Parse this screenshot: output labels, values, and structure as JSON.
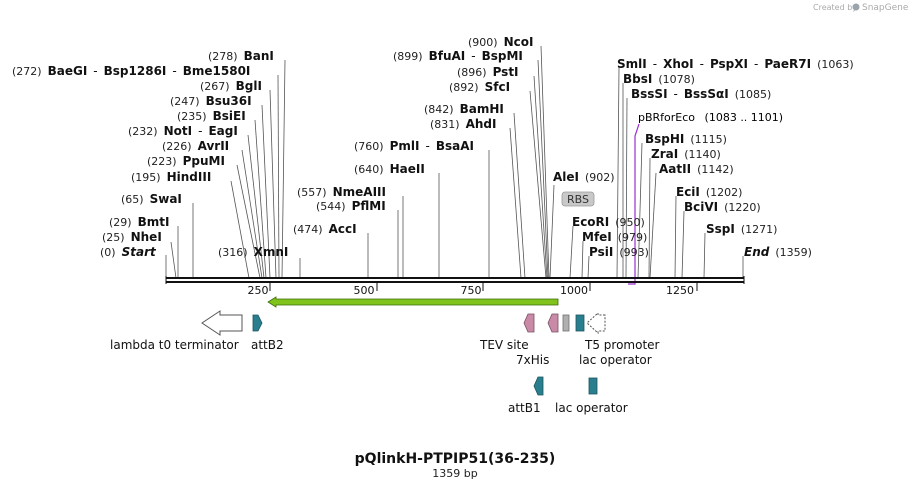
{
  "credit": {
    "created_by": "Created by",
    "brand": "SnapGene"
  },
  "title": "pQlinkH-PTPIP51(36-235)",
  "subtitle": "1359 bp",
  "sequence_length": 1359,
  "axis_ticks": [
    "250",
    "500",
    "750",
    "1000",
    "1250"
  ],
  "sites": [
    {
      "id": "start",
      "text": [
        {
          "t": "(0)",
          "k": "pos"
        },
        {
          "t": "Start",
          "k": "it"
        }
      ]
    },
    {
      "id": "nhei",
      "text": [
        {
          "t": "(25)",
          "k": "pos"
        },
        {
          "t": "NheI",
          "k": "nm"
        }
      ]
    },
    {
      "id": "bmti",
      "text": [
        {
          "t": "(29)",
          "k": "pos"
        },
        {
          "t": "BmtI",
          "k": "nm"
        }
      ]
    },
    {
      "id": "swai",
      "text": [
        {
          "t": "(65)",
          "k": "pos"
        },
        {
          "t": "SwaI",
          "k": "nm"
        }
      ]
    },
    {
      "id": "hindiii",
      "text": [
        {
          "t": "(195)",
          "k": "pos"
        },
        {
          "t": "HindIII",
          "k": "nm"
        }
      ]
    },
    {
      "id": "ppumi",
      "text": [
        {
          "t": "(223)",
          "k": "pos"
        },
        {
          "t": "PpuMI",
          "k": "nm"
        }
      ]
    },
    {
      "id": "avrii",
      "text": [
        {
          "t": "(226)",
          "k": "pos"
        },
        {
          "t": "AvrII",
          "k": "nm"
        }
      ]
    },
    {
      "id": "noti",
      "text": [
        {
          "t": "(232)",
          "k": "pos"
        },
        {
          "t": "NotI",
          "k": "nm"
        },
        {
          "t": "-",
          "k": "sep"
        },
        {
          "t": "EagI",
          "k": "nm"
        }
      ]
    },
    {
      "id": "bsiei",
      "text": [
        {
          "t": "(235)",
          "k": "pos"
        },
        {
          "t": "BsiEI",
          "k": "nm"
        }
      ]
    },
    {
      "id": "bsu36i",
      "text": [
        {
          "t": "(247)",
          "k": "pos"
        },
        {
          "t": "Bsu36I",
          "k": "nm"
        }
      ]
    },
    {
      "id": "bgli",
      "text": [
        {
          "t": "(267)",
          "k": "pos"
        },
        {
          "t": "BglI",
          "k": "nm"
        }
      ]
    },
    {
      "id": "baegi",
      "text": [
        {
          "t": "(272)",
          "k": "pos"
        },
        {
          "t": "BaeGI",
          "k": "nm"
        },
        {
          "t": "-",
          "k": "sep"
        },
        {
          "t": "Bsp1286I",
          "k": "nm"
        },
        {
          "t": "-",
          "k": "sep"
        },
        {
          "t": "Bme1580I",
          "k": "nm"
        }
      ]
    },
    {
      "id": "bani",
      "text": [
        {
          "t": "(278)",
          "k": "pos"
        },
        {
          "t": "BanI",
          "k": "nm"
        }
      ]
    },
    {
      "id": "xmni",
      "text": [
        {
          "t": "(316)",
          "k": "pos"
        },
        {
          "t": "XmnI",
          "k": "nm"
        }
      ]
    },
    {
      "id": "acci",
      "text": [
        {
          "t": "(474)",
          "k": "pos"
        },
        {
          "t": "AccI",
          "k": "nm"
        }
      ]
    },
    {
      "id": "pflmi",
      "text": [
        {
          "t": "(544)",
          "k": "pos"
        },
        {
          "t": "PflMI",
          "k": "nm"
        }
      ]
    },
    {
      "id": "nmeaiii",
      "text": [
        {
          "t": "(557)",
          "k": "pos"
        },
        {
          "t": "NmeAIII",
          "k": "nm"
        }
      ]
    },
    {
      "id": "haeii",
      "text": [
        {
          "t": "(640)",
          "k": "pos"
        },
        {
          "t": "HaeII",
          "k": "nm"
        }
      ]
    },
    {
      "id": "pmli",
      "text": [
        {
          "t": "(760)",
          "k": "pos"
        },
        {
          "t": "PmlI",
          "k": "nm"
        },
        {
          "t": "-",
          "k": "sep"
        },
        {
          "t": "BsaAI",
          "k": "nm"
        }
      ]
    },
    {
      "id": "ahdi",
      "text": [
        {
          "t": "(831)",
          "k": "pos"
        },
        {
          "t": "AhdI",
          "k": "nm"
        }
      ]
    },
    {
      "id": "bamhi",
      "text": [
        {
          "t": "(842)",
          "k": "pos"
        },
        {
          "t": "BamHI",
          "k": "nm"
        }
      ]
    },
    {
      "id": "sfci",
      "text": [
        {
          "t": "(892)",
          "k": "pos"
        },
        {
          "t": "SfcI",
          "k": "nm"
        }
      ]
    },
    {
      "id": "psti",
      "text": [
        {
          "t": "(896)",
          "k": "pos"
        },
        {
          "t": "PstI",
          "k": "nm"
        }
      ]
    },
    {
      "id": "bfuai",
      "text": [
        {
          "t": "(899)",
          "k": "pos"
        },
        {
          "t": "BfuAI",
          "k": "nm"
        },
        {
          "t": "-",
          "k": "sep"
        },
        {
          "t": "BspMI",
          "k": "nm"
        }
      ]
    },
    {
      "id": "ncoi",
      "text": [
        {
          "t": "(900)",
          "k": "pos"
        },
        {
          "t": "NcoI",
          "k": "nm"
        }
      ]
    },
    {
      "id": "alei",
      "text": [
        {
          "t": "AleI",
          "k": "nm"
        },
        {
          "t": "(902)",
          "k": "pos"
        }
      ]
    },
    {
      "id": "ecori",
      "text": [
        {
          "t": "EcoRI",
          "k": "nm"
        },
        {
          "t": "(950)",
          "k": "pos"
        }
      ]
    },
    {
      "id": "mfei",
      "text": [
        {
          "t": "MfeI",
          "k": "nm"
        },
        {
          "t": "(979)",
          "k": "pos"
        }
      ]
    },
    {
      "id": "psii",
      "text": [
        {
          "t": "PsiI",
          "k": "nm"
        },
        {
          "t": "(993)",
          "k": "pos"
        }
      ]
    },
    {
      "id": "smli",
      "text": [
        {
          "t": "SmlI",
          "k": "nm"
        },
        {
          "t": "-",
          "k": "sep"
        },
        {
          "t": "XhoI",
          "k": "nm"
        },
        {
          "t": "-",
          "k": "sep"
        },
        {
          "t": "PspXI",
          "k": "nm"
        },
        {
          "t": "-",
          "k": "sep"
        },
        {
          "t": "PaeR7I",
          "k": "nm"
        },
        {
          "t": "(1063)",
          "k": "pos"
        }
      ]
    },
    {
      "id": "bbsi",
      "text": [
        {
          "t": "BbsI",
          "k": "nm"
        },
        {
          "t": "(1078)",
          "k": "pos"
        }
      ]
    },
    {
      "id": "bsssi",
      "text": [
        {
          "t": "BssSI",
          "k": "nm"
        },
        {
          "t": "-",
          "k": "sep"
        },
        {
          "t": "BssSαI",
          "k": "nm"
        },
        {
          "t": "(1085)",
          "k": "pos"
        }
      ]
    },
    {
      "id": "bsphi",
      "text": [
        {
          "t": "BspHI",
          "k": "nm"
        },
        {
          "t": "(1115)",
          "k": "pos"
        }
      ]
    },
    {
      "id": "zrai",
      "text": [
        {
          "t": "ZraI",
          "k": "nm"
        },
        {
          "t": "(1140)",
          "k": "pos"
        }
      ]
    },
    {
      "id": "aatii",
      "text": [
        {
          "t": "AatII",
          "k": "nm"
        },
        {
          "t": "(1142)",
          "k": "pos"
        }
      ]
    },
    {
      "id": "ecii",
      "text": [
        {
          "t": "EciI",
          "k": "nm"
        },
        {
          "t": "(1202)",
          "k": "pos"
        }
      ]
    },
    {
      "id": "bcivi",
      "text": [
        {
          "t": "BciVI",
          "k": "nm"
        },
        {
          "t": "(1220)",
          "k": "pos"
        }
      ]
    },
    {
      "id": "sspi",
      "text": [
        {
          "t": "SspI",
          "k": "nm"
        },
        {
          "t": "(1271)",
          "k": "pos"
        }
      ]
    },
    {
      "id": "end",
      "text": [
        {
          "t": "End",
          "k": "it"
        },
        {
          "t": "(1359)",
          "k": "pos"
        }
      ]
    }
  ],
  "primer": {
    "name": "pBRforEco",
    "range": "(1083 .. 1101)",
    "color": "#9b30d0"
  },
  "rbs_label": "RBS",
  "features": [
    {
      "id": "lambda-t0-terminator",
      "label": "lambda t0 terminator",
      "color": "#ffffff"
    },
    {
      "id": "attb2",
      "label": "attB2",
      "color": "#2a7f8f"
    },
    {
      "id": "tev-site",
      "label": "TEV site",
      "color": "#c98aa8"
    },
    {
      "id": "his-tag",
      "label": "7xHis",
      "color": "#c98aa8"
    },
    {
      "id": "rbs",
      "label": "",
      "color": "#b0b0b0"
    },
    {
      "id": "lac-operator-top",
      "label": "lac operator",
      "color": "#2a7f8f"
    },
    {
      "id": "t5-promoter",
      "label": "T5 promoter",
      "color": "#ffffff"
    },
    {
      "id": "attb1",
      "label": "attB1",
      "color": "#2a7f8f"
    },
    {
      "id": "lac-operator-bottom",
      "label": "lac operator",
      "color": "#2a7f8f"
    }
  ],
  "orf_color": "#7fc31c",
  "colors": {
    "backbone": "#111111",
    "brand": "#9aa4ad"
  }
}
